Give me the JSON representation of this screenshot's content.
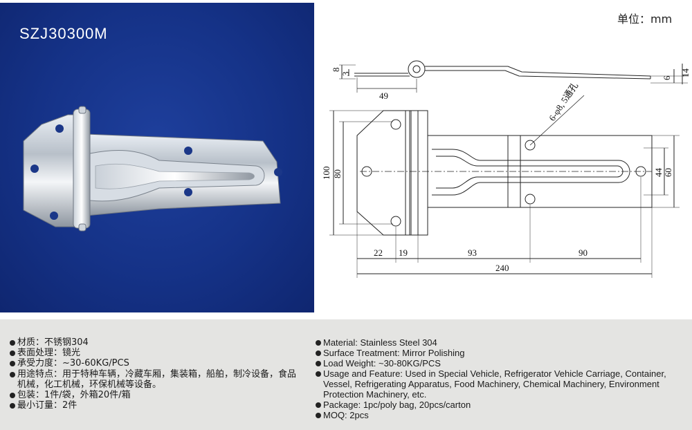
{
  "model": "SZJ30300M",
  "unit": "单位：mm",
  "drawing": {
    "side_dims": {
      "d8": "8",
      "d3": "3",
      "d49": "49",
      "d6": "6",
      "d14": "14"
    },
    "top_dims": {
      "d100": "100",
      "d80": "80",
      "d44": "44",
      "d60": "60",
      "d22": "22",
      "d19": "19",
      "d93": "93",
      "d90": "90",
      "d240": "240"
    },
    "hole_note": "6-φ8, 5通孔"
  },
  "specs_cn": [
    "材质：不锈钢304",
    "表面处理：镜光",
    "承受力度：~30-60KG/PCS",
    "用途特点：用于特种车辆，冷藏车厢，集装箱，船舶，制冷设备，食品机械，化工机械，环保机械等设备。",
    "包装：1件/袋，外箱20件/箱",
    "最小订量：2件"
  ],
  "specs_en": [
    "Material: Stainless Steel 304",
    "Surface Treatment: Mirror Polishing",
    "Load Weight: ~30-80KG/PCS",
    "Usage and Feature: Used in Special Vehicle, Refrigerator Vehicle Carriage, Container, Vessel, Refrigerating Apparatus, Food Machinery, Chemical Machinery, Environment Protection Machinery, etc.",
    "Package: 1pc/poly bag, 20pcs/carton",
    "MOQ: 2pcs"
  ],
  "colors": {
    "photo_bg": "#153287",
    "spec_bg": "#e4e4e2"
  }
}
